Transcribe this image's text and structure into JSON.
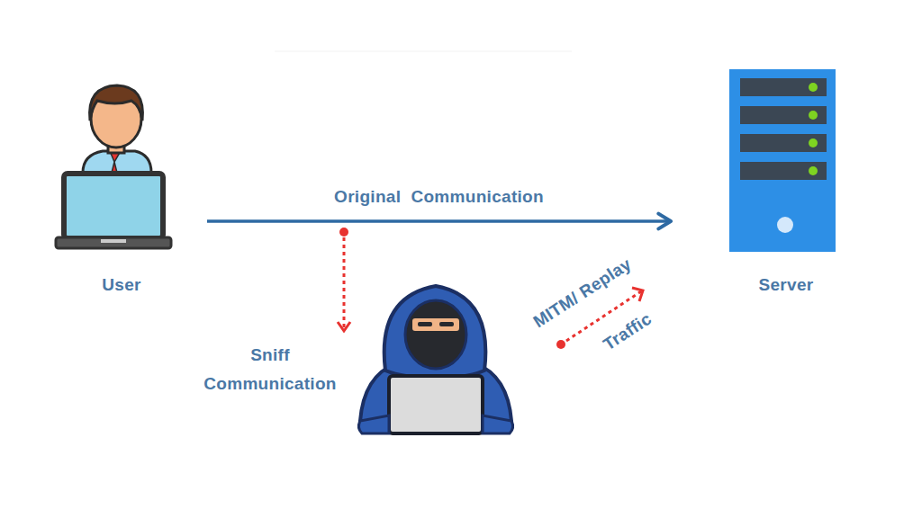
{
  "diagram": {
    "nodes": [
      {
        "text": [
          "User"
        ]
      },
      {
        "text": [
          "Server"
        ]
      }
    ],
    "edges": [
      {
        "from": 0,
        "to": 1,
        "arrow": "to",
        "label": "Original  Communication"
      }
    ],
    "labels": [
      "Sniff Communication",
      "MITM/ Replay",
      "Traffic"
    ]
  }
}
